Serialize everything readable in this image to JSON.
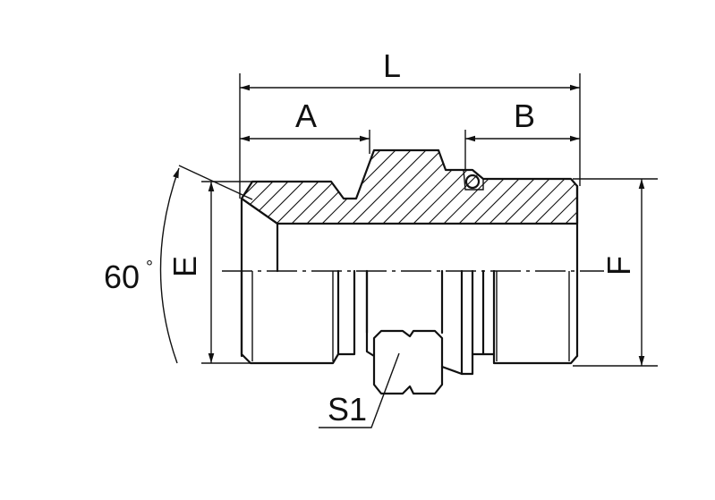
{
  "dimensions": {
    "L": "L",
    "A": "A",
    "B": "B",
    "E": "E",
    "F": "F",
    "angle": "60",
    "angle_unit": "°",
    "hex": "S1"
  },
  "colors": {
    "line": "#111111",
    "background": "#ffffff"
  }
}
